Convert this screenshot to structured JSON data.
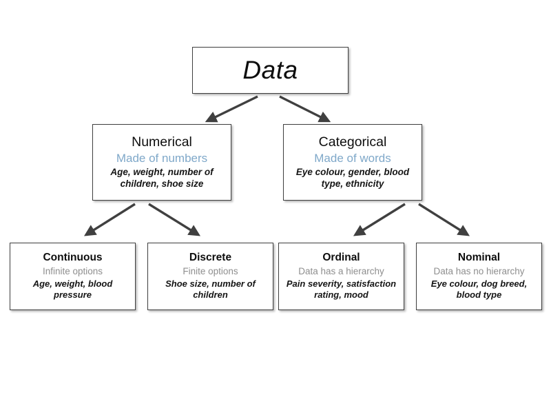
{
  "diagram": {
    "title": "Data",
    "root": {
      "label": "Data"
    },
    "level2": [
      {
        "id": "numerical",
        "title": "Numerical",
        "subtitle": "Made of numbers",
        "examples": "Age, weight, number of children, shoe size",
        "subtitle_color": "#7fa8c9"
      },
      {
        "id": "categorical",
        "title": "Categorical",
        "subtitle": "Made of words",
        "examples": "Eye colour, gender, blood type, ethnicity",
        "subtitle_color": "#7fa8c9"
      }
    ],
    "level3": [
      {
        "id": "continuous",
        "title": "Continuous",
        "subtitle": "Infinite options",
        "examples": "Age, weight, blood pressure"
      },
      {
        "id": "discrete",
        "title": "Discrete",
        "subtitle": "Finite options",
        "examples": "Shoe size, number of children"
      },
      {
        "id": "ordinal",
        "title": "Ordinal",
        "subtitle": "Data has a hierarchy",
        "examples": "Pain severity, satisfaction rating, mood"
      },
      {
        "id": "nominal",
        "title": "Nominal",
        "subtitle": "Data has no hierarchy",
        "examples": "Eye colour, dog breed, blood type"
      }
    ],
    "connector_color": "#404040",
    "box_border_color": "#3f3f3f",
    "background_color": "#ffffff"
  }
}
